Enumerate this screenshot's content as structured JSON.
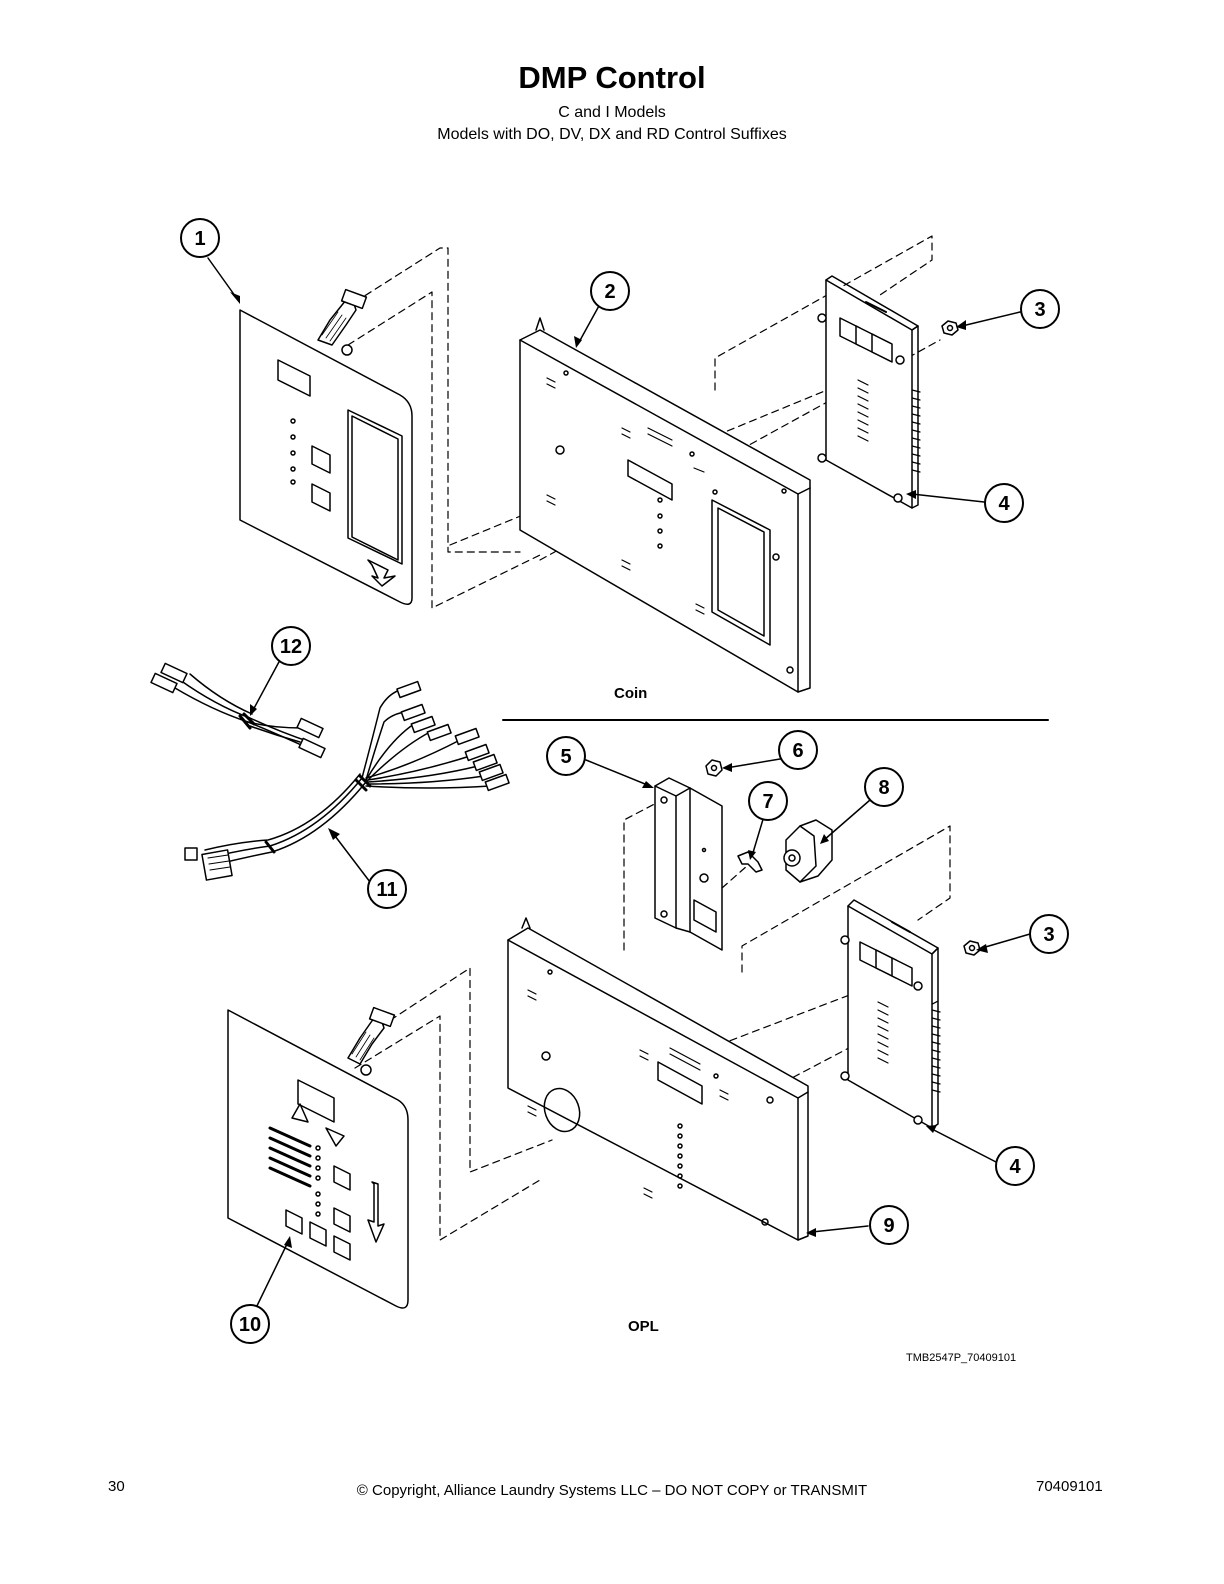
{
  "header": {
    "title": "DMP Control",
    "subtitle_1": "C and I Models",
    "subtitle_2": "Models with DO, DV, DX and RD Control Suffixes"
  },
  "sections": {
    "coin_label": "Coin",
    "opl_label": "OPL"
  },
  "callouts": [
    "1",
    "2",
    "3",
    "4",
    "12",
    "11",
    "5",
    "6",
    "7",
    "8",
    "3",
    "4",
    "9",
    "10"
  ],
  "drawing_code": "TMB2547P_70409101",
  "footer": {
    "page_number": "30",
    "copyright": "© Copyright, Alliance Laundry Systems LLC – DO NOT COPY or TRANSMIT",
    "doc_number": "70409101"
  }
}
